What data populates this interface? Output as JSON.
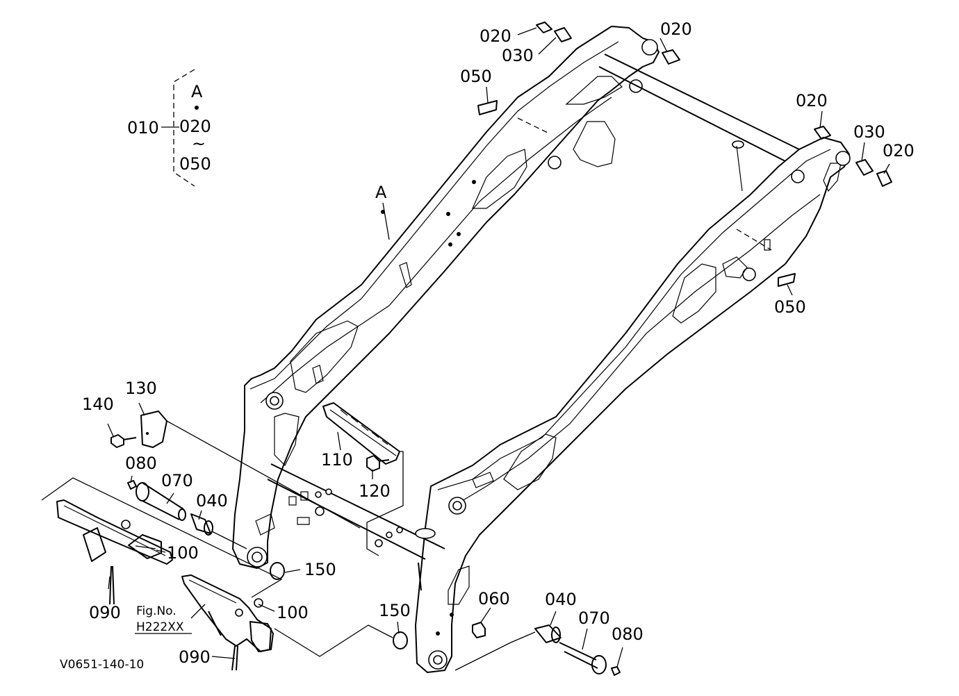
{
  "diagram": {
    "group_bracket": {
      "parent": "010",
      "top": "A",
      "from": "020",
      "tilde": "~",
      "to": "050"
    },
    "ref_A": "A",
    "fig_ref": {
      "line1": "Fig.No.",
      "line2": "H222XX"
    },
    "code": "V0651-140-10",
    "callouts": [
      "020",
      "030",
      "020",
      "050",
      "020",
      "030",
      "020",
      "050",
      "130",
      "140",
      "080",
      "070",
      "040",
      "110",
      "120",
      "100",
      "150",
      "090",
      "100",
      "090",
      "150",
      "060",
      "040",
      "070",
      "080"
    ]
  }
}
